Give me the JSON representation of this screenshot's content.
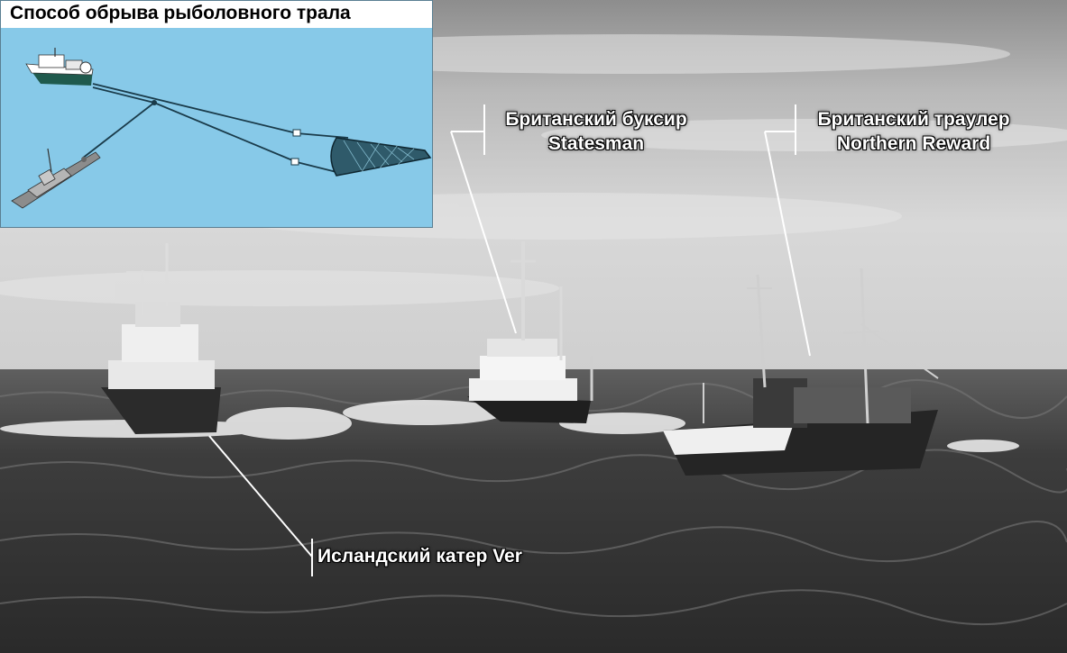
{
  "inset": {
    "title": "Способ обрыва рыболовного трала",
    "background_color": "#87c9e8",
    "icons": [
      "trawler-icon",
      "patrol-boat-icon",
      "trawl-net-icon",
      "warp-cable",
      "cutter-cable"
    ]
  },
  "labels": {
    "tug": {
      "line1": "Британский буксир",
      "line2": "Statesman"
    },
    "trawler": {
      "line1": "Британский траулер",
      "line2": "Northern Reward"
    },
    "cutter": {
      "line1": "Исландский катер Ver"
    }
  },
  "colors": {
    "label_text": "#ffffff",
    "pointer_lines": "#ffffff",
    "sea": "#3a3a3a",
    "sky": "#c9c9c9"
  }
}
